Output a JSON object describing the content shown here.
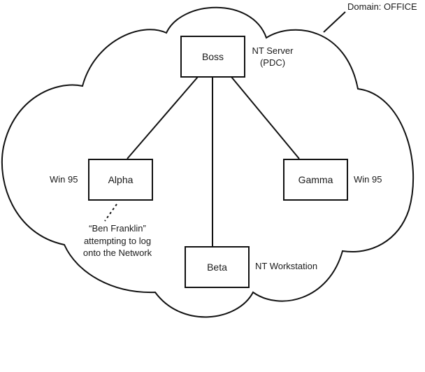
{
  "diagram": {
    "domain_label": "Domain: OFFICE",
    "nodes": [
      {
        "id": "boss",
        "name": "Boss",
        "role": "NT Server\n(PDC)",
        "role_lines": [
          "NT Server",
          "(PDC)"
        ]
      },
      {
        "id": "alpha",
        "name": "Alpha",
        "role": "Win 95"
      },
      {
        "id": "gamma",
        "name": "Gamma",
        "role": "Win 95"
      },
      {
        "id": "beta",
        "name": "Beta",
        "role": "NT Workstation"
      }
    ],
    "connections": [
      {
        "from": "Boss",
        "to": "Alpha",
        "style": "solid"
      },
      {
        "from": "Boss",
        "to": "Beta",
        "style": "solid"
      },
      {
        "from": "Boss",
        "to": "Gamma",
        "style": "solid"
      },
      {
        "from": "Alpha",
        "to": "annotation",
        "style": "dotted"
      }
    ],
    "annotation": {
      "lines": [
        "“Ben Franklin”",
        "attempting to log",
        "onto the Network"
      ]
    }
  }
}
